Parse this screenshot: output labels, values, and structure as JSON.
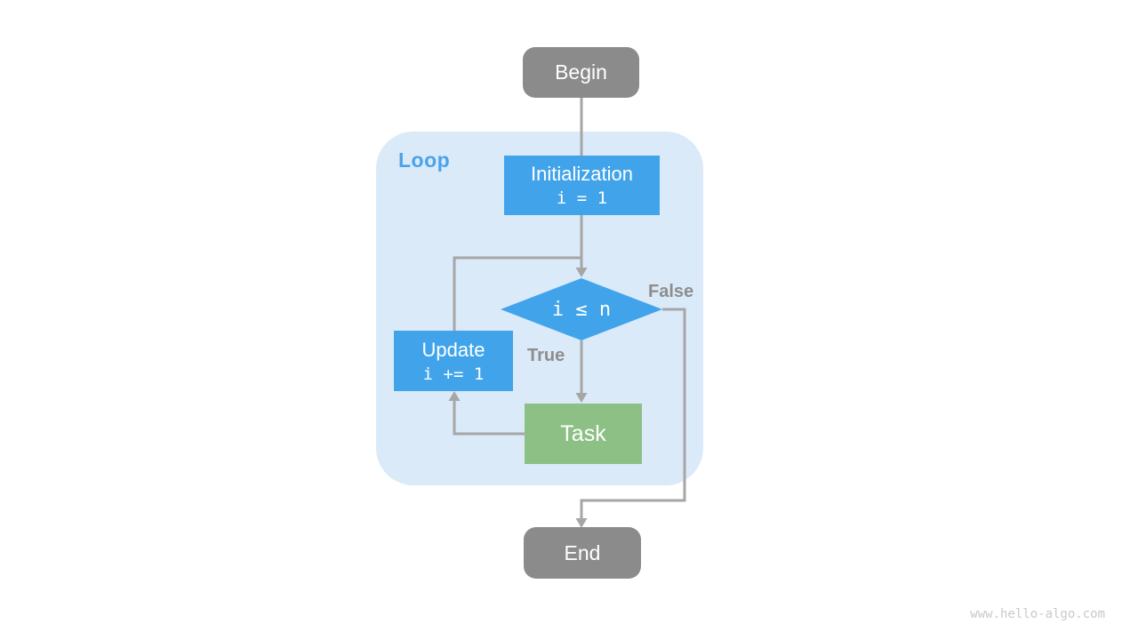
{
  "diagram": {
    "title_context": "loop flowchart",
    "nodes": {
      "begin": {
        "label": "Begin"
      },
      "loop_container": {
        "label": "Loop"
      },
      "initialization": {
        "label": "Initialization",
        "code": "i = 1"
      },
      "condition": {
        "label": "i ≤ n"
      },
      "update": {
        "label": "Update",
        "code": "i += 1"
      },
      "task": {
        "label": "Task"
      },
      "end": {
        "label": "End"
      }
    },
    "edge_labels": {
      "true": "True",
      "false": "False"
    },
    "colors": {
      "node_blue": "#41a4eb",
      "node_green": "#8cc084",
      "node_gray": "#8b8b8b",
      "loop_bg": "#daeaf9",
      "loop_label": "#4ba2e8",
      "edge_gray": "#a6a6a6",
      "edge_label": "#8d8d8d",
      "watermark_color": "#c9c9c9"
    },
    "watermark": "www.hello-algo.com"
  }
}
